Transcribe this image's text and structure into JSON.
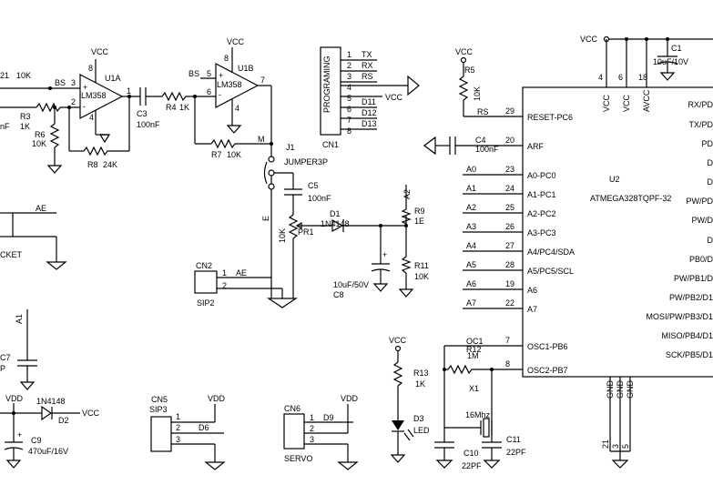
{
  "opamp_a": {
    "ref": "U1A",
    "part": "LM358",
    "pin_plus": "3",
    "pin_minus": "2",
    "pin_out": "1",
    "pin_vcc": "8",
    "pin_gnd": "4",
    "vcc": "VCC",
    "net_in": "BS"
  },
  "opamp_b": {
    "ref": "U1B",
    "part": "LM358",
    "pin_plus": "5",
    "pin_minus": "6",
    "pin_out": "7",
    "pin_vcc": "8",
    "pin_gnd": "4",
    "vcc": "VCC",
    "net_in": "BS",
    "net_out": "M"
  },
  "r1": {
    "ref_fragment": "21",
    "value": "10K"
  },
  "r3": {
    "ref": "R3",
    "value": "1K"
  },
  "cut_nf": "nF",
  "r6": {
    "ref": "R6",
    "value": "10K"
  },
  "r8": {
    "ref": "R8",
    "value": "24K"
  },
  "c3": {
    "ref": "C3",
    "value": "100nF"
  },
  "r4": {
    "ref": "R4",
    "value": "1K"
  },
  "r7": {
    "ref": "R7",
    "value": "10K"
  },
  "j1": {
    "ref": "J1",
    "part": "JUMPER3P",
    "net_e": "E"
  },
  "c5": {
    "ref": "C5",
    "value": "100nF"
  },
  "pr1": {
    "ref": "PR1",
    "value": "10K"
  },
  "d1": {
    "ref": "D1",
    "part": "1N4148"
  },
  "r9": {
    "ref": "R9",
    "value": "1E",
    "net": "A2"
  },
  "r11": {
    "ref": "R11",
    "value": "10K"
  },
  "c8": {
    "ref": "C8",
    "value": "10uF/50V",
    "polarity": "+"
  },
  "cn2": {
    "ref": "CN2",
    "part": "SIP2",
    "pins": [
      "1",
      "2"
    ],
    "net": "AE"
  },
  "socket": {
    "net": "AE",
    "label": "CKET"
  },
  "c7": {
    "ref": "C7",
    "fragment": "P",
    "net": "A1"
  },
  "power_in": {
    "net_vdd": "VDD",
    "diode": "1N4148",
    "diode_ref": "D2",
    "net_vcc": "VCC",
    "cap_ref": "C9",
    "cap_value": "470uF/16V",
    "polarity": "+"
  },
  "cn5": {
    "ref": "CN5",
    "part": "SIP3",
    "pins": [
      "1",
      "2",
      "3"
    ],
    "net_vdd": "VDD",
    "net_sig": "D6"
  },
  "cn6": {
    "ref": "CN6",
    "part": "SERVO",
    "pins": [
      "1",
      "2",
      "3"
    ],
    "net_vdd": "VDD",
    "net_sig": "D9"
  },
  "cn1": {
    "ref": "CN1",
    "title": "PROGRAMING",
    "pins": [
      "1",
      "2",
      "3",
      "4",
      "5",
      "6",
      "7",
      "8"
    ],
    "nets": [
      "TX",
      "RX",
      "RS",
      "",
      "VCC",
      "D11",
      "D12",
      "D13"
    ]
  },
  "r5": {
    "ref": "R5",
    "value": "10K",
    "vcc": "VCC",
    "net": "RS"
  },
  "c4": {
    "ref": "C4",
    "value": "100nF"
  },
  "r13": {
    "ref": "R13",
    "value": "1K",
    "vcc": "VCC"
  },
  "d3": {
    "ref": "D3",
    "part": "LED"
  },
  "r12": {
    "ref": "R12",
    "value": "1M"
  },
  "x1": {
    "ref": "X1",
    "value": "16Mhz"
  },
  "c10": {
    "ref": "C10",
    "value": "22PF"
  },
  "c11": {
    "ref": "C11",
    "value": "22PF"
  },
  "c1": {
    "ref": "C1",
    "value": "10uF/10V",
    "vcc": "VCC"
  },
  "u2": {
    "ref": "U2",
    "part": "ATMEGA328TQPF-32",
    "top_pins": [
      {
        "num": "4",
        "name": "VCC"
      },
      {
        "num": "6",
        "name": "VCC"
      },
      {
        "num": "18",
        "name": "AVCC"
      }
    ],
    "bottom_pins": [
      {
        "num": "21",
        "name": "GND"
      },
      {
        "num": "3",
        "name": "GND"
      },
      {
        "num": "5",
        "name": "GND"
      }
    ],
    "left_pins": [
      {
        "num": "29",
        "name": "RESET-PC6",
        "net": "RS"
      },
      {
        "num": "20",
        "name": "ARF",
        "net": ""
      },
      {
        "num": "23",
        "name": "A0-PC0",
        "net": "A0"
      },
      {
        "num": "24",
        "name": "A1-PC1",
        "net": "A1"
      },
      {
        "num": "25",
        "name": "A2-PC2",
        "net": "A2"
      },
      {
        "num": "26",
        "name": "A3-PC3",
        "net": "A3"
      },
      {
        "num": "27",
        "name": "A4/PC4/SDA",
        "net": "A4"
      },
      {
        "num": "28",
        "name": "A5/PC5/SCL",
        "net": "A5"
      },
      {
        "num": "19",
        "name": "A6",
        "net": "A6"
      },
      {
        "num": "22",
        "name": "A7",
        "net": "A7"
      },
      {
        "num": "7",
        "name": "OSC1-PB6",
        "net": "OC1"
      },
      {
        "num": "8",
        "name": "OSC2-PB7",
        "net": ""
      }
    ],
    "right_labels": [
      "RX/PD",
      "TX/PD",
      "PD",
      "D",
      "D",
      "PW/PD",
      "PW/D",
      "D",
      "PB0/D",
      "PW/PB1/D",
      "PW/PB2/D1",
      "MOSI/PW/PB3/D1",
      "MISO/PB4/D1",
      "SCK/PB5/D1"
    ]
  }
}
